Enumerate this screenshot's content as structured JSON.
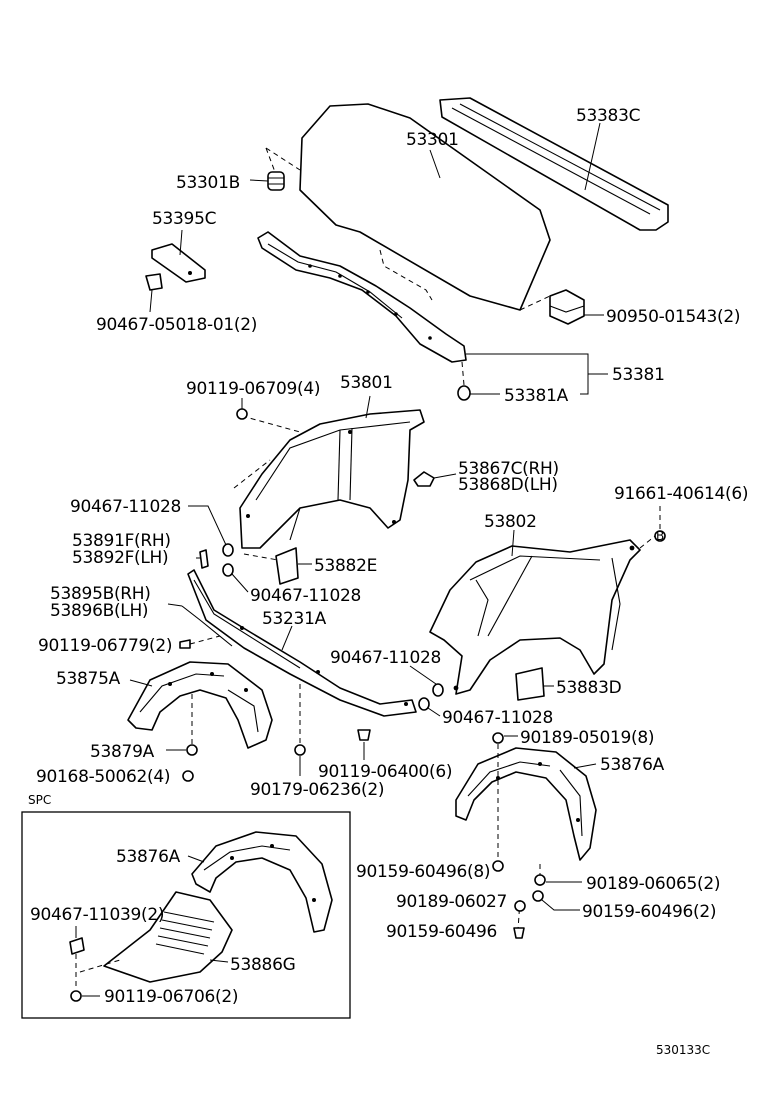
{
  "labels": {
    "p53383C": "53383C",
    "p53301": "53301",
    "p53301B": "53301B",
    "p53395C": "53395C",
    "p90467_05018": "90467-05018-01(2)",
    "p90950_01543": "90950-01543(2)",
    "p53381": "53381",
    "p53381A": "53381A",
    "p90119_06709": "90119-06709(4)",
    "p53801": "53801",
    "p53867C": "53867C(RH)",
    "p53868D": "53868D(LH)",
    "p91661_40614": "91661-40614(6)",
    "p90467_11028_a": "90467-11028",
    "p53802": "53802",
    "p53891F": "53891F(RH)",
    "p53892F": "53892F(LH)",
    "p53882E": "53882E",
    "p90467_11028_b": "90467-11028",
    "p53895B": "53895B(RH)",
    "p53896B": "53896B(LH)",
    "p53231A": "53231A",
    "p90119_06779": "90119-06779(2)",
    "p90467_11028_c": "90467-11028",
    "p53875A": "53875A",
    "p53883D": "53883D",
    "p90467_11028_d": "90467-11028",
    "p53879A": "53879A",
    "p90189_05019": "90189-05019(8)",
    "p53876A_a": "53876A",
    "p90168_50062": "90168-50062(4)",
    "p90119_06400": "90119-06400(6)",
    "p90179_06236": "90179-06236(2)",
    "spc": "SPC",
    "p53876A_b": "53876A",
    "p90159_60496_a": "90159-60496(8)",
    "p90189_06065": "90189-06065(2)",
    "p90189_06027": "90189-06027",
    "p90467_11039": "90467-11039(2)",
    "p90159_60496_b": "90159-60496(2)",
    "p90159_60496_c": "90159-60496",
    "p53886G": "53886G",
    "p90119_06706": "90119-06706(2)",
    "ref": "530133C"
  }
}
